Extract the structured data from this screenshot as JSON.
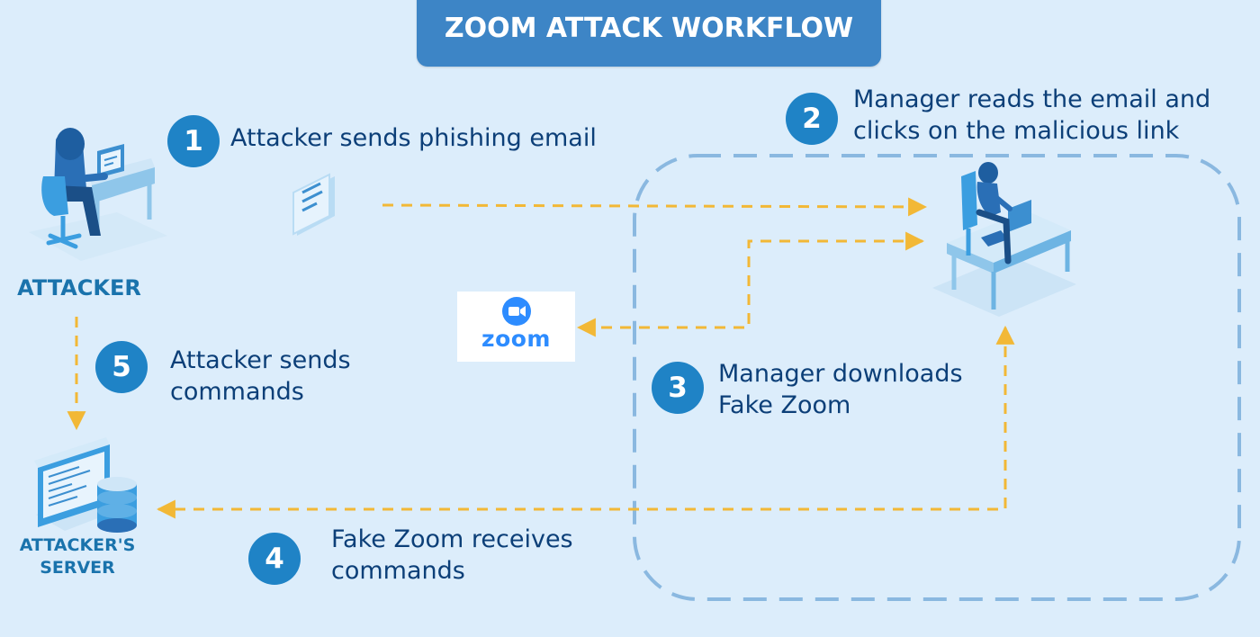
{
  "title": "ZOOM ATTACK WORKFLOW",
  "steps": [
    {
      "number": "1",
      "text": [
        "Attacker sends phishing email"
      ]
    },
    {
      "number": "2",
      "text": [
        "Manager reads the email and",
        "clicks on the malicious link"
      ]
    },
    {
      "number": "3",
      "text": [
        "Manager downloads",
        "Fake Zoom"
      ]
    },
    {
      "number": "4",
      "text": [
        "Fake Zoom receives",
        "commands"
      ]
    },
    {
      "number": "5",
      "text": [
        "Attacker sends",
        "commands"
      ]
    }
  ],
  "actors": {
    "attacker": "ATTACKER",
    "server": [
      "ATTACKER'S",
      "SERVER"
    ]
  },
  "zoom_logo": {
    "word": "zoom",
    "color": "#2d8cff"
  },
  "icons": [
    "hacker-icon",
    "email-icon",
    "manager-desk-icon",
    "server-icon",
    "zoom-camera-icon"
  ],
  "colors": {
    "background": "#dcedfb",
    "title_fill": "#3d85c6",
    "step_circle": "#1f83c6",
    "text": "#0c3f78",
    "arrow": "#f2b836",
    "boundary": "#8ab8e0"
  }
}
